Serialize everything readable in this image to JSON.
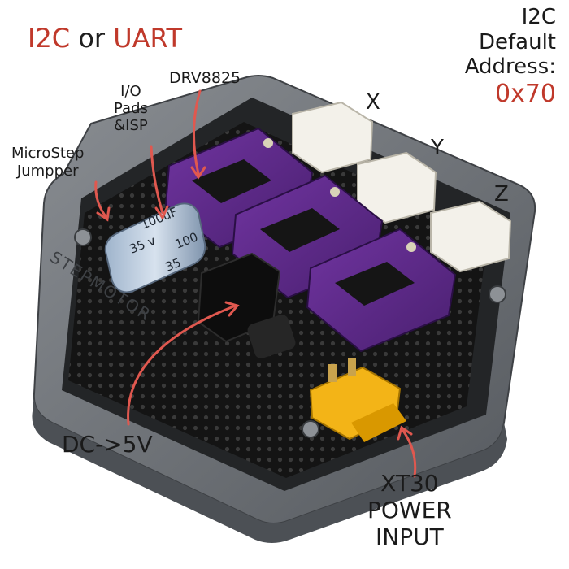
{
  "colors": {
    "accent": "#c0392b",
    "arrow": "#e0584f",
    "case": "#6f7378",
    "case_dark": "#4a4e53",
    "pcb": "#101010",
    "driver": "#5b2a86",
    "connector_white": "#f3f1ea",
    "xt30_yellow": "#f3b417"
  },
  "title": {
    "part1": "I2C",
    "part2": " or ",
    "part3": "UART"
  },
  "address": {
    "line1": "I2C",
    "line2": "Default",
    "line3": "Address:",
    "value": "0x70"
  },
  "labels": {
    "driver": "DRV8825",
    "io_line1": "I/O",
    "io_line2": "Pads",
    "io_line3": "&ISP",
    "micro_line1": "MicroStep",
    "micro_line2": "Jumpper",
    "axis_x": "X",
    "axis_y": "Y",
    "axis_z": "Z",
    "dc": "DC->5V",
    "xt_line1": "XT30",
    "xt_line2": "POWER",
    "xt_line3": "INPUT"
  },
  "board_text": {
    "cap1": "100uF",
    "cap2": "35 v",
    "cap3": "35",
    "cap4": "100",
    "case_side": "STEPMOTOR"
  }
}
